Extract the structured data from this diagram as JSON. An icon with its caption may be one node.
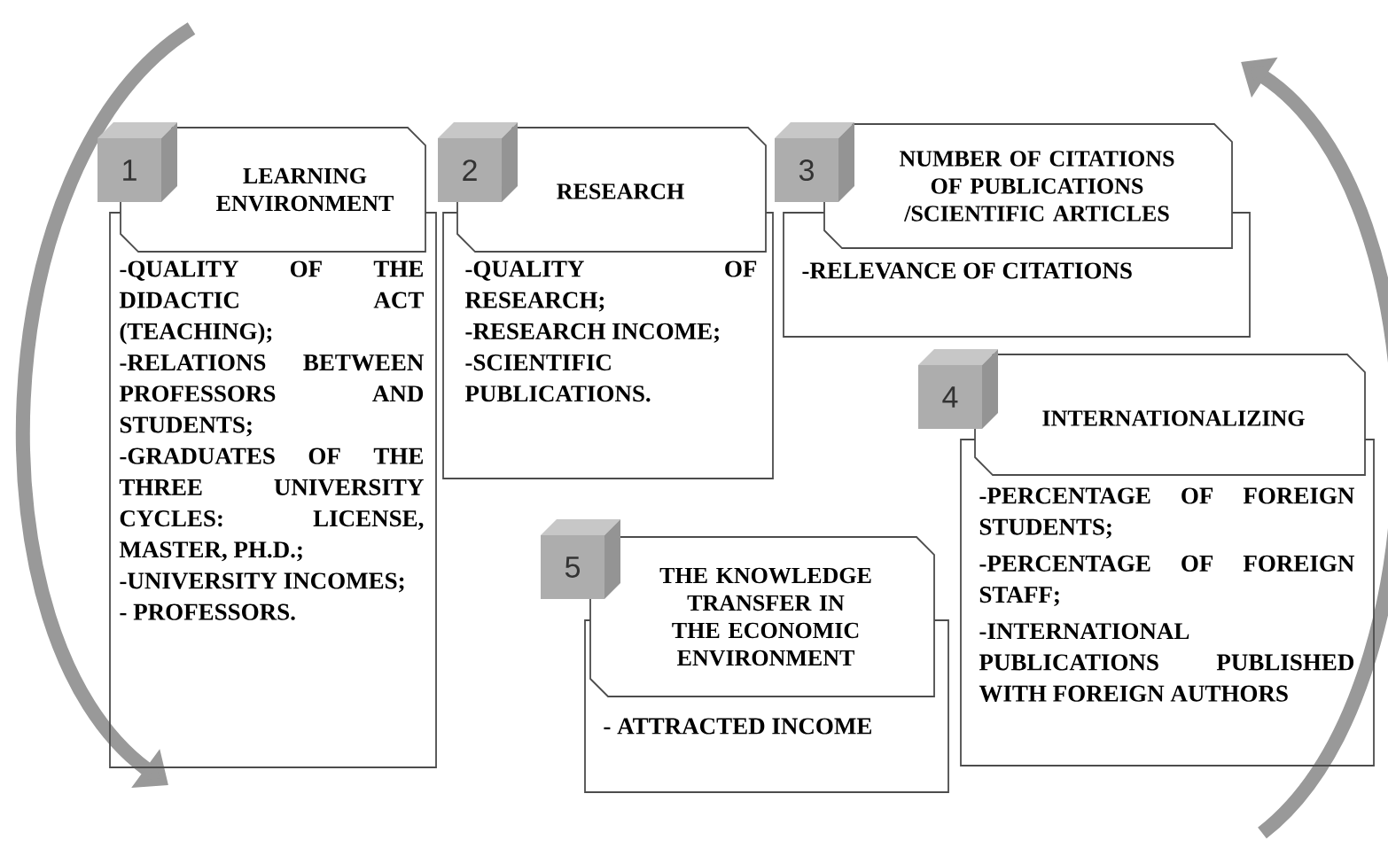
{
  "diagram": {
    "nodes": [
      {
        "text": [
          "1"
        ]
      },
      {
        "text": [
          "LEARNING ENVIRONMENT"
        ]
      },
      {
        "text": [
          "-QUALITY OF THE DIDACTIC ACT (TEACHING);",
          "-RELATIONS BETWEEN PROFESSORS AND STUDENTS;",
          "-GRADUATES OF THE THREE UNIVERSITY CYCLES: LICENSE, MASTER, PH.D.;",
          "-UNIVERSITY INCOMES;",
          "- PROFESSORS."
        ]
      },
      {
        "text": [
          "2"
        ]
      },
      {
        "text": [
          "RESEARCH"
        ]
      },
      {
        "text": [
          "-QUALITY OF RESEARCH;",
          "-RESEARCH INCOME;",
          "-SCIENTIFIC PUBLICATIONS."
        ]
      },
      {
        "text": [
          "3"
        ]
      },
      {
        "text": [
          "NUMBER OF CITATIONS OF PUBLICATIONS /SCIENTIFIC ARTICLES"
        ]
      },
      {
        "text": [
          "-RELEVANCE OF CITATIONS"
        ]
      },
      {
        "text": [
          "4"
        ]
      },
      {
        "text": [
          "INTERNATIONALIZING"
        ]
      },
      {
        "text": [
          "-PERCENTAGE OF FOREIGN STUDENTS;",
          "-PERCENTAGE OF FOREIGN STAFF;",
          "-INTERNATIONAL PUBLICATIONS PUBLISHED WITH FOREIGN AUTHORS"
        ]
      },
      {
        "text": [
          "5"
        ]
      },
      {
        "text": [
          "THE KNOWLEDGE TRANSFER IN THE ECONOMIC ENVIRONMENT"
        ]
      },
      {
        "text": [
          "- ATTRACTED INCOME"
        ]
      }
    ]
  }
}
